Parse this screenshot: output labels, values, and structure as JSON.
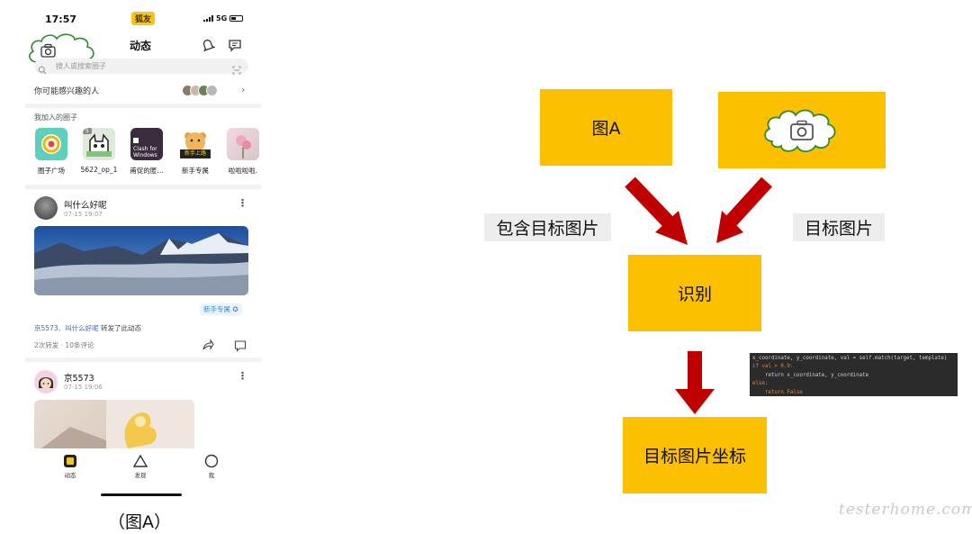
{
  "phone": {
    "status_bar": {
      "time": "17:57",
      "carrier_badge": "狐友",
      "network": "5G"
    },
    "header": {
      "title": "动态"
    },
    "search": {
      "placeholder": "搜人或搜索圈子"
    },
    "interest_row": {
      "label": "你可能感兴趣的人"
    },
    "joined_circles": {
      "label": "我加入的圈子",
      "items": [
        {
          "label": "圈子广场"
        },
        {
          "label": "5622_op_1",
          "badge": "5"
        },
        {
          "label": "甫促的匿…",
          "thumb_text": "Clash for Windows"
        },
        {
          "label": "新手专属",
          "thumb_text": "新手上路"
        },
        {
          "label": "啦啦啦啦."
        }
      ]
    },
    "post1": {
      "author": "叫什么好呢",
      "time": "07-15 19:07",
      "tag": "新手专属",
      "forward_users": "京5573、叫什么好呢",
      "forward_suffix": " 转发了此动态",
      "counts": "2次转发 · 10条评论"
    },
    "post2": {
      "author": "京5573",
      "time": "07-15 19:06"
    },
    "tabbar": {
      "tabs": [
        {
          "label": "动态"
        },
        {
          "label": "发现"
        },
        {
          "label": "我"
        }
      ]
    },
    "caption": "（图A）"
  },
  "diagram": {
    "box_image_a": "图A",
    "box_recognize": "识别",
    "box_result": "目标图片坐标",
    "label_contains": "包含目标图片",
    "label_target": "目标图片",
    "code_lines": [
      "x_coordinate, y_coordinate, val = self.match(target, template)",
      "if val > 0.9:",
      "    return x_coordinate, y_coordinate",
      "else:",
      "    return False"
    ],
    "colors": {
      "box": "#fcc000",
      "arrow": "#c00000",
      "cloud": "#2e8b2e"
    }
  },
  "watermark": "testerhome.com"
}
